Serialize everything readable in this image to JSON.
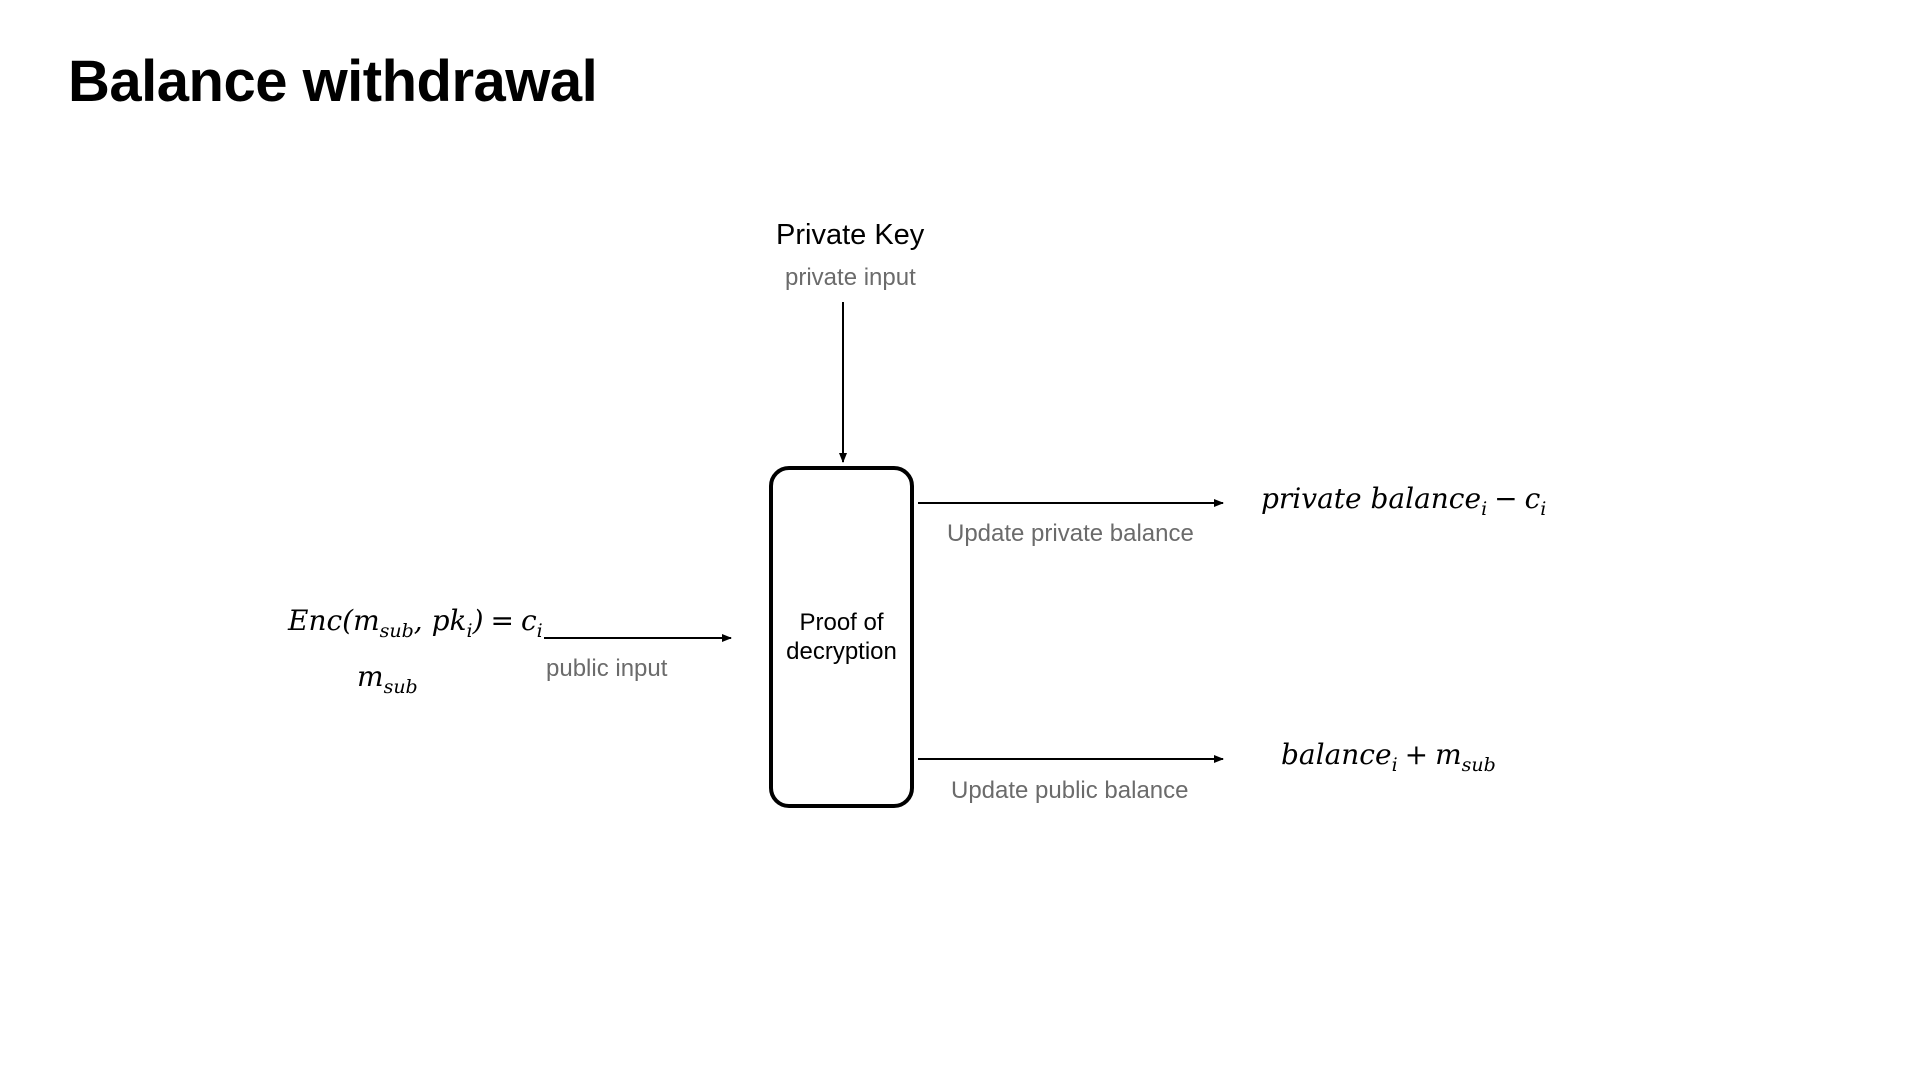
{
  "slide": {
    "title": "Balance withdrawal"
  },
  "private_key": {
    "title": "Private Key",
    "caption": "private input"
  },
  "proof_box": {
    "label": "Proof of decryption"
  },
  "public_inputs": {
    "formula": {
      "enc": "Enc(m",
      "enc_sub": "sub",
      "pk": ", pk",
      "pk_sub": "i",
      "close": ")",
      "eq": "=",
      "c": "c",
      "c_sub": "i"
    },
    "m": "m",
    "m_sub": "sub",
    "caption": "public input"
  },
  "output_private": {
    "formula": {
      "text": "private balance",
      "text_sub": "i",
      "minus": "−",
      "c": "c",
      "c_sub": "i"
    },
    "caption": "Update private balance"
  },
  "output_public": {
    "formula": {
      "text": "balance",
      "text_sub": "i",
      "plus": "+",
      "m": "m",
      "m_sub": "sub"
    },
    "caption": "Update public balance"
  },
  "colors": {
    "stroke": "#000000",
    "caption": "#6b6b6b",
    "background": "#ffffff"
  }
}
